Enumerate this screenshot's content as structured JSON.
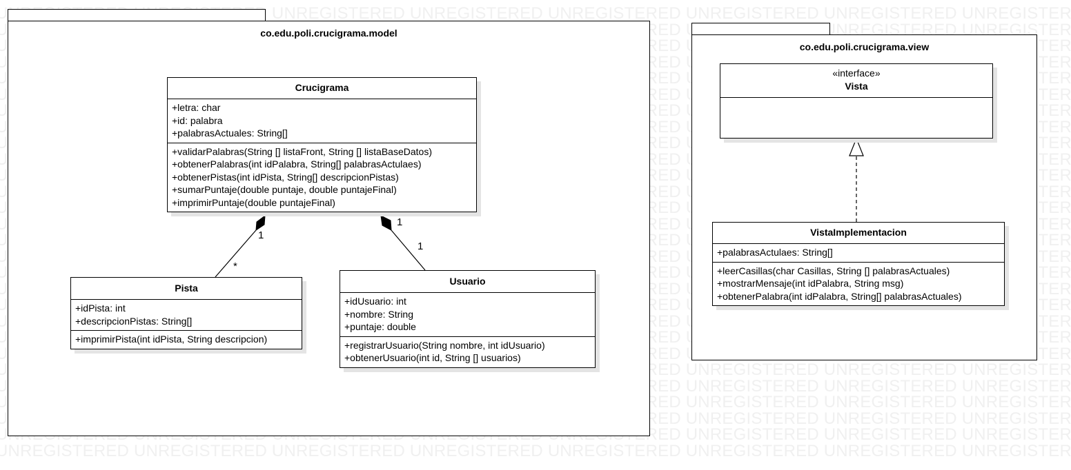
{
  "watermark": "UNREGISTERED",
  "packages": {
    "model": {
      "name": "co.edu.poli.crucigrama.model"
    },
    "view": {
      "name": "co.edu.poli.crucigrama.view"
    }
  },
  "classes": {
    "crucigrama": {
      "name": "Crucigrama",
      "attributes": [
        "+letra: char",
        "+id: palabra",
        "+palabrasActuales: String[]"
      ],
      "operations": [
        "+validarPalabras(String [] listaFront, String [] listaBaseDatos)",
        "+obtenerPalabras(int idPalabra, String[] palabrasActulaes)",
        "+obtenerPistas(int idPista, String[] descripcionPistas)",
        "+sumarPuntaje(double puntaje, double puntajeFinal)",
        "+imprimirPuntaje(double puntajeFinal)"
      ]
    },
    "pista": {
      "name": "Pista",
      "attributes": [
        "+idPista: int",
        "+descripcionPistas: String[]"
      ],
      "operations": [
        "+imprimirPista(int idPista, String descripcion)"
      ]
    },
    "usuario": {
      "name": "Usuario",
      "attributes": [
        "+idUsuario: int",
        "+nombre: String",
        "+puntaje: double"
      ],
      "operations": [
        "+registrarUsuario(String nombre, int idUsuario)",
        "+obtenerUsuario(int id, String [] usuarios)"
      ]
    },
    "vista": {
      "stereotype": "«interface»",
      "name": "Vista",
      "attributes": [],
      "operations": []
    },
    "vistaImplementacion": {
      "name": "VistaImplementacion",
      "attributes": [
        "+palabrasActulaes: String[]"
      ],
      "operations": [
        "+leerCasillas(char Casillas, String [] palabrasActuales)",
        "+mostrarMensaje(int idPalabra, String msg)",
        "+obtenerPalabra(int idPalabra, String[] palabrasActuales)"
      ]
    }
  },
  "relations": {
    "pista_composition": {
      "whole_mult": "1",
      "part_mult": "*"
    },
    "usuario_composition": {
      "whole_mult": "1",
      "part_mult": "1"
    }
  }
}
